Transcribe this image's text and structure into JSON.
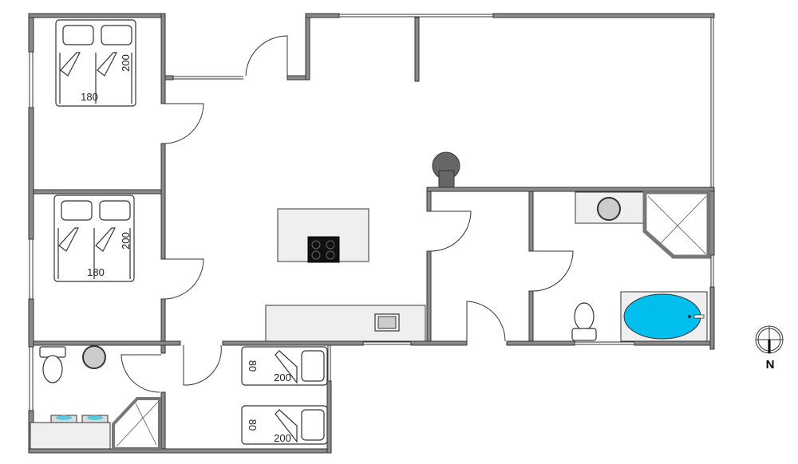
{
  "plan": {
    "bedrooms": [
      {
        "bed_width": "180",
        "bed_length": "200"
      },
      {
        "bed_width": "180",
        "bed_length": "200"
      }
    ],
    "kids_room": {
      "beds": [
        {
          "bed_width": "80",
          "bed_length": "200"
        },
        {
          "bed_width": "80",
          "bed_length": "200"
        }
      ]
    },
    "compass": {
      "label": "N"
    },
    "colors": {
      "wall": "#8a8a8a",
      "bathtub_water": "#00bfef",
      "counter": "#efefef"
    }
  }
}
